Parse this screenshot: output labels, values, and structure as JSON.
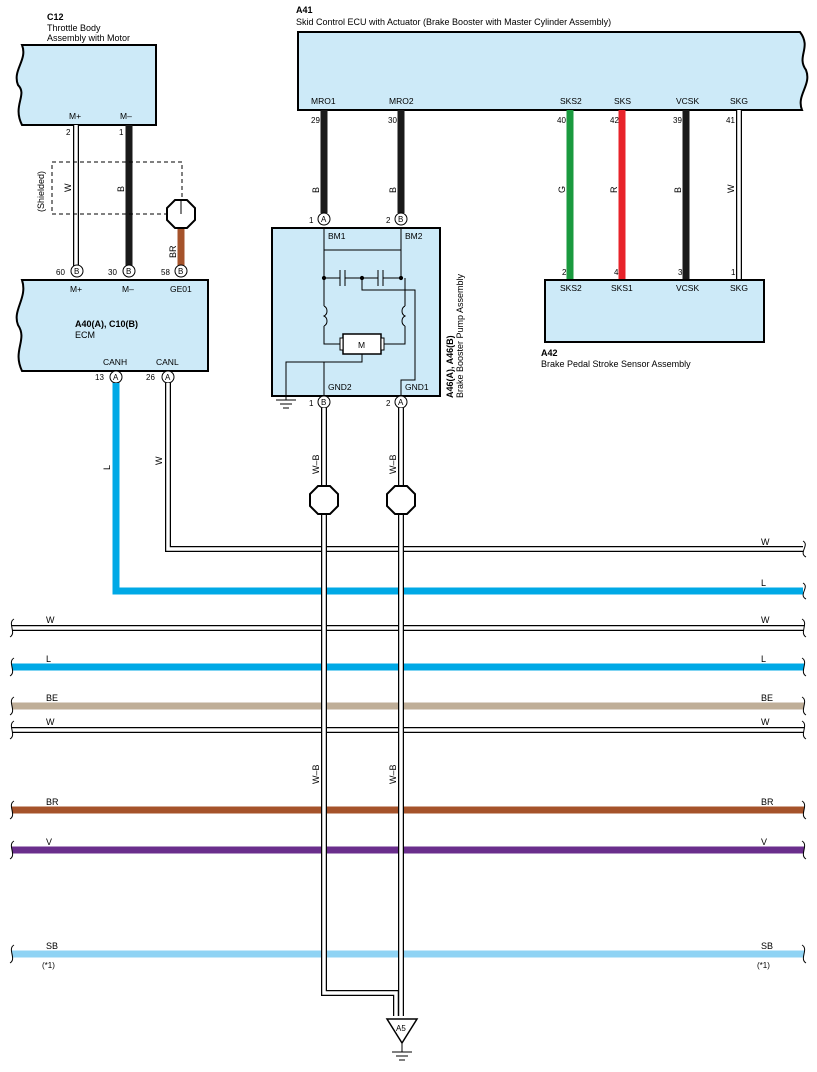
{
  "components": {
    "c12": {
      "code": "C12",
      "name_line1": "Throttle Body",
      "name_line2": "Assembly with Motor",
      "pins": [
        "M+",
        "M–"
      ]
    },
    "a41": {
      "code": "A41",
      "name": "Skid Control ECU with Actuator (Brake Booster with Master Cylinder Assembly)",
      "pins": [
        "MRO1",
        "MRO2",
        "SKS2",
        "SKS",
        "VCSK",
        "SKG"
      ]
    },
    "ecm": {
      "code": "A40(A), C10(B)",
      "name": "ECM",
      "pins": [
        "M+",
        "M–",
        "GE01",
        "CANH",
        "CANL"
      ]
    },
    "a46": {
      "code": "A46(A), A46(B)",
      "name": "Brake Booster Pump Assembly",
      "pins": [
        "BM1",
        "BM2",
        "GND2",
        "GND1"
      ],
      "motor": "M"
    },
    "a42": {
      "code": "A42",
      "name": "Brake Pedal Stroke Sensor Assembly",
      "pins": [
        "SKS2",
        "SKS1",
        "VCSK",
        "SKG"
      ]
    },
    "ground": {
      "code": "A5"
    }
  },
  "pin_numbers": {
    "c12": [
      "2",
      "1"
    ],
    "ecm_top": [
      "60",
      "30",
      "58"
    ],
    "ecm_bottom": [
      "13",
      "26"
    ],
    "a41": [
      "29",
      "30",
      "40",
      "42",
      "39",
      "41"
    ],
    "a46_top": [
      "1",
      "2"
    ],
    "a46_bottom": [
      "1",
      "2"
    ],
    "a42": [
      "2",
      "4",
      "3",
      "1"
    ]
  },
  "connector_letters": {
    "a": "A",
    "b": "B"
  },
  "shielded_label": "(Shielded)",
  "wire_labels": {
    "c12_mplus": "W",
    "c12_mminus": "B",
    "ge01": "BR",
    "mro1": "B",
    "mro2": "B",
    "sks2": "G",
    "sks": "R",
    "vcsk": "B",
    "skg": "W",
    "canh": "L",
    "canl": "W",
    "gnd2": "W–B",
    "gnd1": "W–B",
    "gnd2_lower": "W–B",
    "gnd1_lower": "W–B"
  },
  "buses": [
    {
      "name": "W",
      "color": "#ffffff",
      "note": ""
    },
    {
      "name": "L",
      "color": "#00a9e6",
      "note": ""
    },
    {
      "name": "W",
      "color": "#ffffff",
      "note": ""
    },
    {
      "name": "L",
      "color": "#00a9e6",
      "note": ""
    },
    {
      "name": "BE",
      "color": "#bfae98",
      "note": ""
    },
    {
      "name": "W",
      "color": "#ffffff",
      "note": ""
    },
    {
      "name": "BR",
      "color": "#a5532b",
      "note": ""
    },
    {
      "name": "V",
      "color": "#6a2e8c",
      "note": ""
    },
    {
      "name": "SB",
      "color": "#8fd3f4",
      "note": "(*1)"
    }
  ],
  "colors": {
    "box_fill": "#cdeaf8",
    "black_wire": "#1a1a1a",
    "green_wire": "#1a9a3e",
    "red_wire": "#e8232a",
    "blue_wire": "#00a9e6",
    "brown_wire": "#a5532b"
  }
}
